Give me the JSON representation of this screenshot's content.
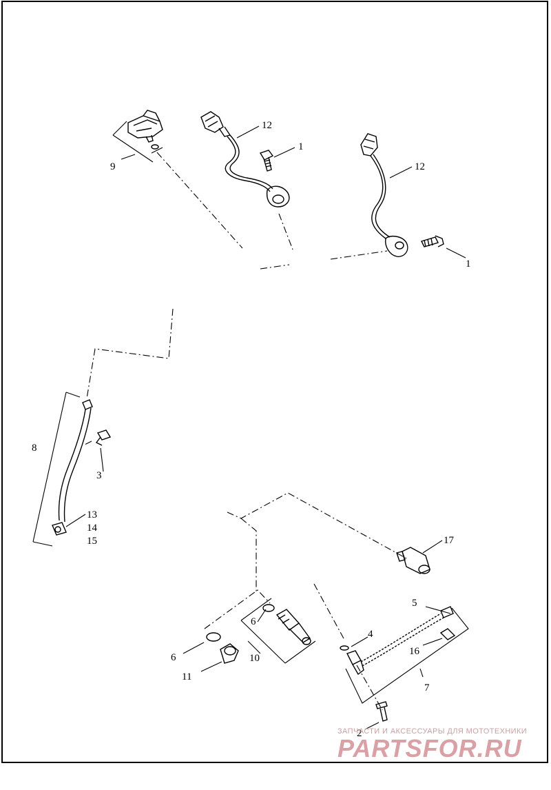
{
  "diagram": {
    "callouts": [
      {
        "key": "1a",
        "text": "1"
      },
      {
        "key": "1b",
        "text": "1"
      },
      {
        "key": "2",
        "text": "2"
      },
      {
        "key": "3",
        "text": "3"
      },
      {
        "key": "4",
        "text": "4"
      },
      {
        "key": "5",
        "text": "5"
      },
      {
        "key": "6a",
        "text": "6"
      },
      {
        "key": "6b",
        "text": "6"
      },
      {
        "key": "7",
        "text": "7"
      },
      {
        "key": "8",
        "text": "8"
      },
      {
        "key": "9",
        "text": "9"
      },
      {
        "key": "10",
        "text": "10"
      },
      {
        "key": "11",
        "text": "11"
      },
      {
        "key": "12a",
        "text": "12"
      },
      {
        "key": "12b",
        "text": "12"
      },
      {
        "key": "13",
        "text": "13"
      },
      {
        "key": "14",
        "text": "14"
      },
      {
        "key": "15",
        "text": "15"
      },
      {
        "key": "16",
        "text": "16"
      },
      {
        "key": "17",
        "text": "17"
      }
    ],
    "callout_text": {
      "c1a": "1",
      "c1b": "1",
      "c2": "2",
      "c3": "3",
      "c4": "4",
      "c5": "5",
      "c6a": "6",
      "c6b": "6",
      "c7": "7",
      "c8": "8",
      "c9": "9",
      "c10": "10",
      "c11": "11",
      "c12a": "12",
      "c12b": "12",
      "c13": "13",
      "c14": "14",
      "c15": "15",
      "c16": "16",
      "c17": "17"
    }
  },
  "watermark": {
    "tagline": "ЗАПЧАСТИ И АКСЕССУАРЫ ДЛЯ МОТОТЕХНИКИ",
    "logo": "PARTSFOR.RU"
  },
  "colors": {
    "line": "#000000",
    "watermark": "#d9a0a6",
    "background": "#ffffff"
  }
}
